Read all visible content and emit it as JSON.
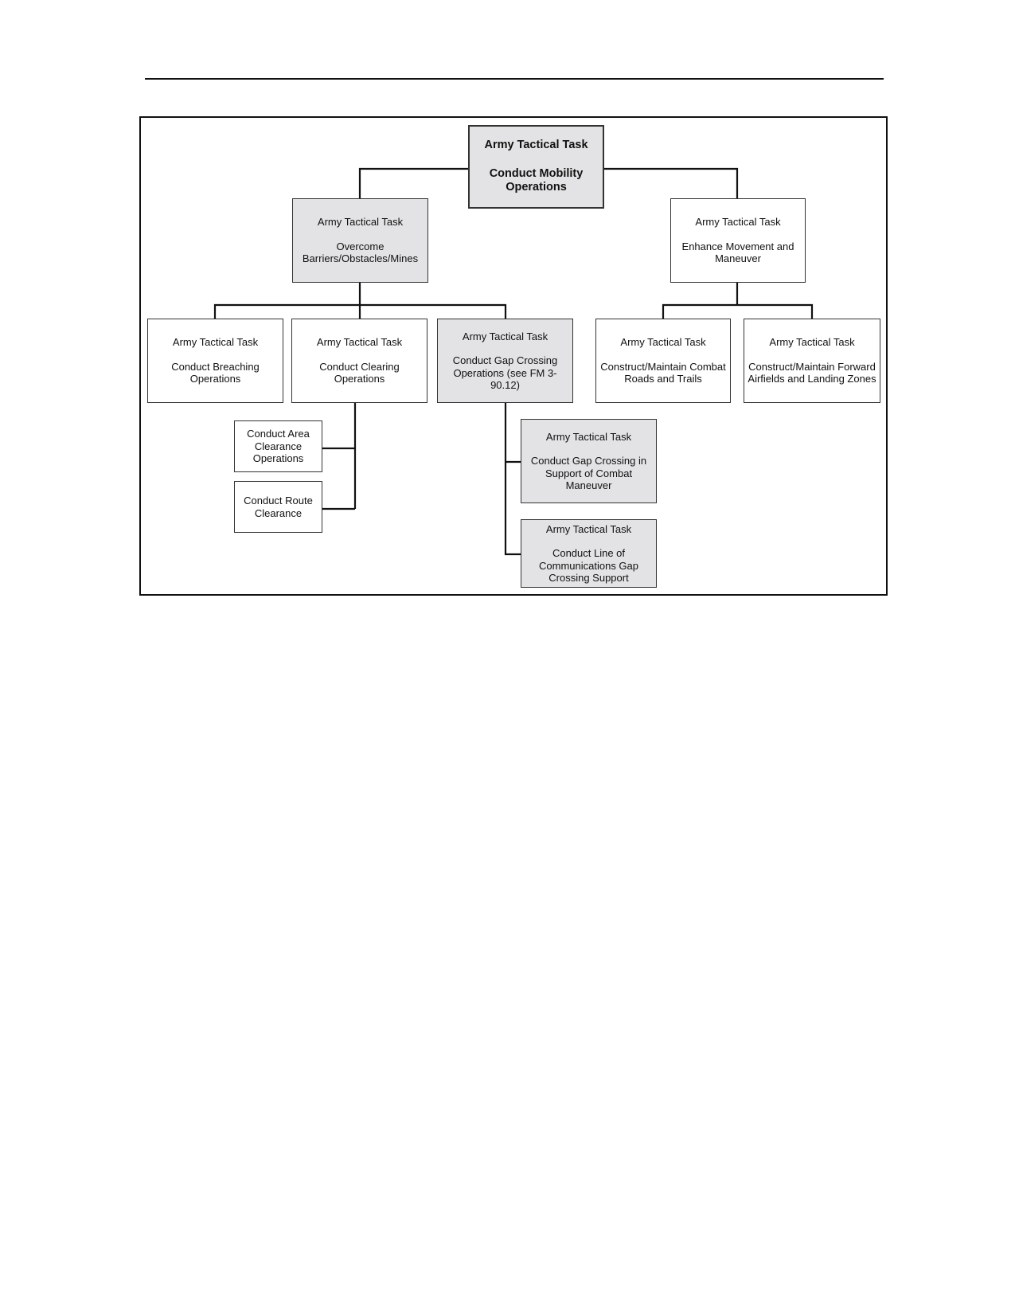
{
  "diagram": {
    "nodes": {
      "root": {
        "kind": "Army Tactical Task",
        "name": "Conduct Mobility Operations"
      },
      "overcome": {
        "kind": "Army Tactical Task",
        "name": "Overcome Barriers/Obstacles/Mines"
      },
      "enhance": {
        "kind": "Army Tactical Task",
        "name": "Enhance Movement and Maneuver"
      },
      "breaching": {
        "kind": "Army Tactical Task",
        "name": "Conduct Breaching Operations"
      },
      "clearing": {
        "kind": "Army Tactical Task",
        "name": "Conduct Clearing Operations"
      },
      "gap": {
        "kind": "Army Tactical Task",
        "name": "Conduct Gap Crossing Operations (see FM 3-90.12)"
      },
      "roads": {
        "kind": "Army Tactical Task",
        "name": "Construct/Maintain Combat Roads and Trails"
      },
      "airfields": {
        "kind": "Army Tactical Task",
        "name": "Construct/Maintain Forward Airfields and Landing Zones"
      },
      "area": {
        "name": "Conduct Area Clearance Operations"
      },
      "route": {
        "name": "Conduct Route Clearance"
      },
      "gap_combat": {
        "kind": "Army Tactical Task",
        "name": "Conduct Gap Crossing in Support of Combat Maneuver"
      },
      "gap_loc": {
        "kind": "Army Tactical Task",
        "name": "Conduct Line of Communications Gap Crossing Support"
      }
    },
    "colors": {
      "shaded": "#e3e3e5",
      "line": "#111111"
    }
  }
}
